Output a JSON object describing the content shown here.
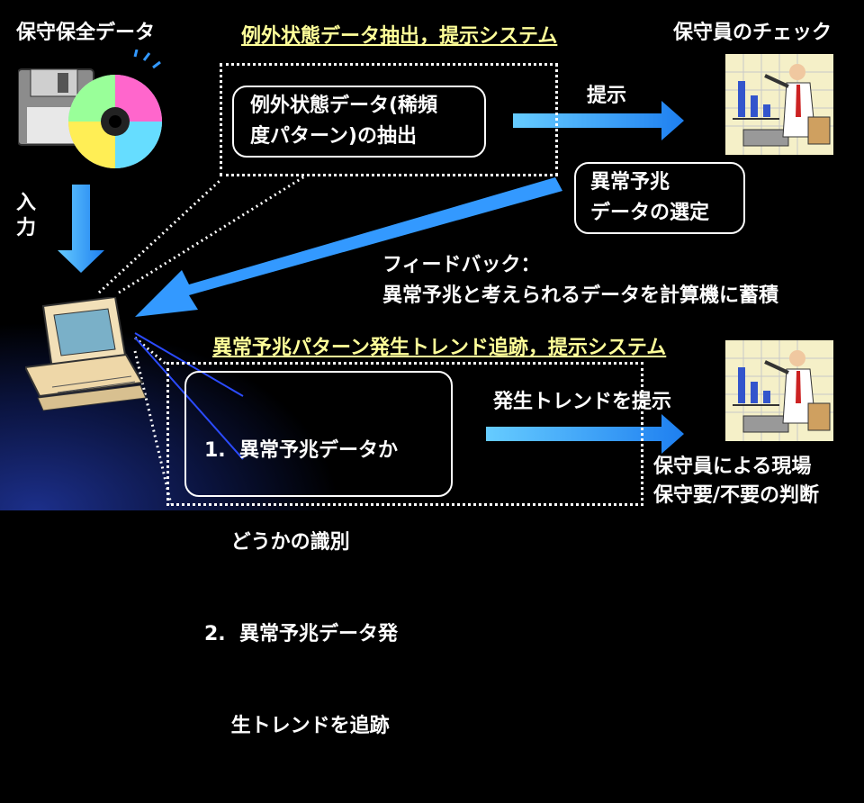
{
  "labels": {
    "source_data": "保守保全データ",
    "input": "入\n力",
    "system1_title": "例外状態データ抽出，提示システム",
    "operator_check": "保守員のチェック",
    "system2_title": "異常予兆パターン発生トレンド追跡，提示システム",
    "present": "提示",
    "present_trend": "発生トレンドを提示",
    "feedback_line1": "フィードバック：",
    "feedback_line2": "異常予兆と考えられるデータを計算機に蓄積",
    "onsite_line1": "保守員による現場",
    "onsite_line2": "保守要/不要の判断"
  },
  "boxes": {
    "extract_line1": "例外状態データ(稀頻",
    "extract_line2": "度パターン)の抽出",
    "select_line1": "異常予兆",
    "select_line2": "データの選定",
    "step1_line1": "1.  異常予兆データか",
    "step1_line2": "　 どうかの識別",
    "step2_line1": "2.  異常予兆データ発",
    "step2_line2": "　 生トレンドを追跡"
  },
  "icons": {
    "disk": "floppy-and-cd-icon",
    "computer": "computer-icon",
    "presenter_top": "presenter-chart-icon",
    "presenter_bottom": "presenter-chart-icon"
  },
  "colors": {
    "title": "#ffff99",
    "arrow": "#3399ff",
    "background_glow": "#1c2f8a"
  }
}
